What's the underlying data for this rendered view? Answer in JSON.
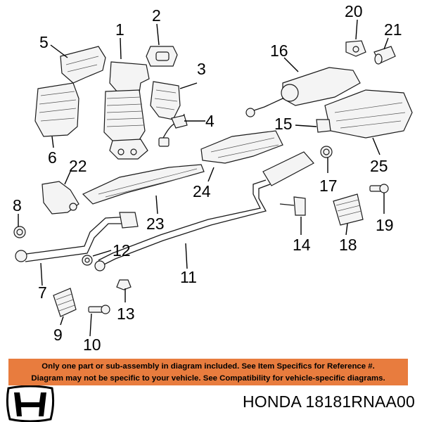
{
  "callouts": [
    "1",
    "2",
    "3",
    "4",
    "5",
    "6",
    "7",
    "8",
    "9",
    "10",
    "11",
    "12",
    "13",
    "14",
    "15",
    "16",
    "17",
    "18",
    "19",
    "20",
    "21",
    "22",
    "23",
    "24",
    "25"
  ],
  "notice": {
    "line1": "Only one part or sub-assembly in diagram included. See Item Specifics for Reference #.",
    "line2": "Diagram may not be specific to your vehicle. See Compatibility for vehicle-specific diagrams."
  },
  "footer": {
    "brand_part": "HONDA 18181RNAA00"
  },
  "colors": {
    "notice_bg": "#e87c3e",
    "line": "#1a1a1a"
  },
  "icons": {
    "logo": "honda-logo-icon"
  }
}
